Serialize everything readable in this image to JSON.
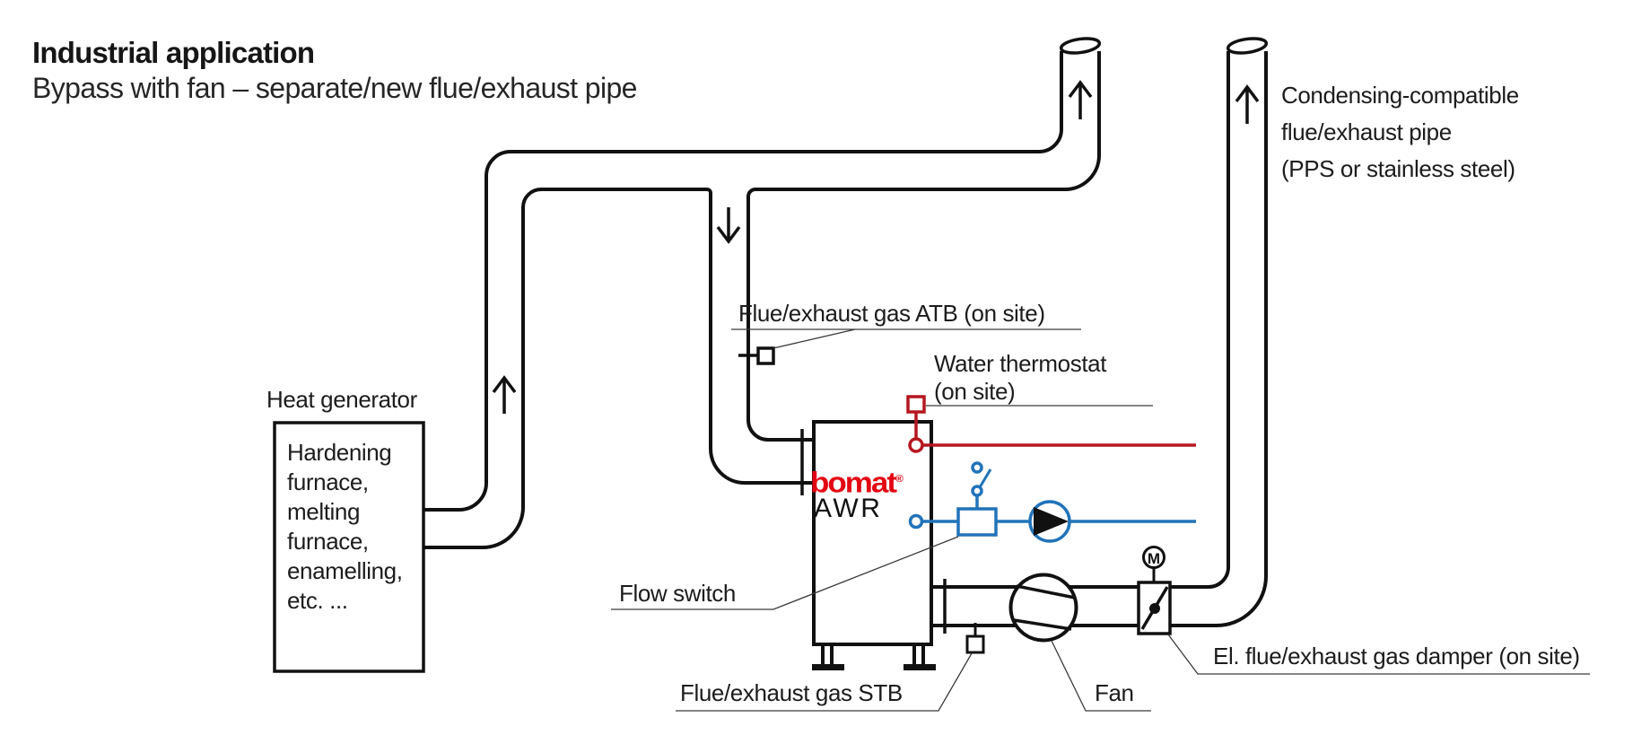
{
  "title": "Industrial application",
  "subtitle": "Bypass with fan – separate/new flue/exhaust pipe",
  "colors": {
    "pipe_line": "#111111",
    "circuit_red": "#b5171f",
    "circuit_blue": "#2173b9",
    "logo_red": "#e30613",
    "leader_gray": "#3a3a3a"
  },
  "unit": {
    "brand": "bomat",
    "brand_mark": "®",
    "model": "AWR",
    "motor_symbol": "M"
  },
  "heat_generator": {
    "label": "Heat generator",
    "contents": "Hardening\nfurnace,\nmelting\nfurnace,\nenamelling,\netc. ..."
  },
  "labels": {
    "atb": "Flue/exhaust gas ATB (on site)",
    "water_thermostat_line1": "Water thermostat",
    "water_thermostat_line2": "(on site)",
    "flow_switch": "Flow switch",
    "stb": "Flue/exhaust gas STB",
    "fan": "Fan",
    "damper": "El. flue/exhaust gas damper (on site)",
    "condensing_pipe": "Condensing-compatible\nflue/exhaust pipe\n(PPS or stainless steel)"
  }
}
